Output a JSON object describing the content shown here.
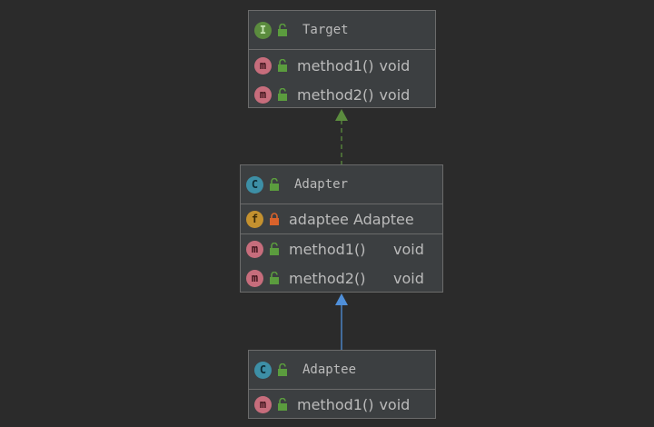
{
  "colors": {
    "background": "#2b2b2b",
    "box": "#3c3f41",
    "border": "#6b6b6b",
    "text": "#bbbbbb",
    "realization_arrow": "#5b8c3e",
    "generalization_arrow": "#4f8fd9"
  },
  "target": {
    "kind_icon": "interface-icon",
    "badge": "I",
    "name": "Target",
    "methods": [
      {
        "badge": "m",
        "name": "method1()",
        "type": "void"
      },
      {
        "badge": "m",
        "name": "method2()",
        "type": "void"
      }
    ]
  },
  "adapter": {
    "kind_icon": "class-icon",
    "badge": "C",
    "name": "Adapter",
    "fields": [
      {
        "badge": "f",
        "name": "adaptee",
        "type": "Adaptee"
      }
    ],
    "methods": [
      {
        "badge": "m",
        "name": "method1()",
        "type": "void"
      },
      {
        "badge": "m",
        "name": "method2()",
        "type": "void"
      }
    ]
  },
  "adaptee": {
    "kind_icon": "class-icon",
    "badge": "C",
    "name": "Adaptee",
    "methods": [
      {
        "badge": "m",
        "name": "method1()",
        "type": "void"
      }
    ]
  }
}
